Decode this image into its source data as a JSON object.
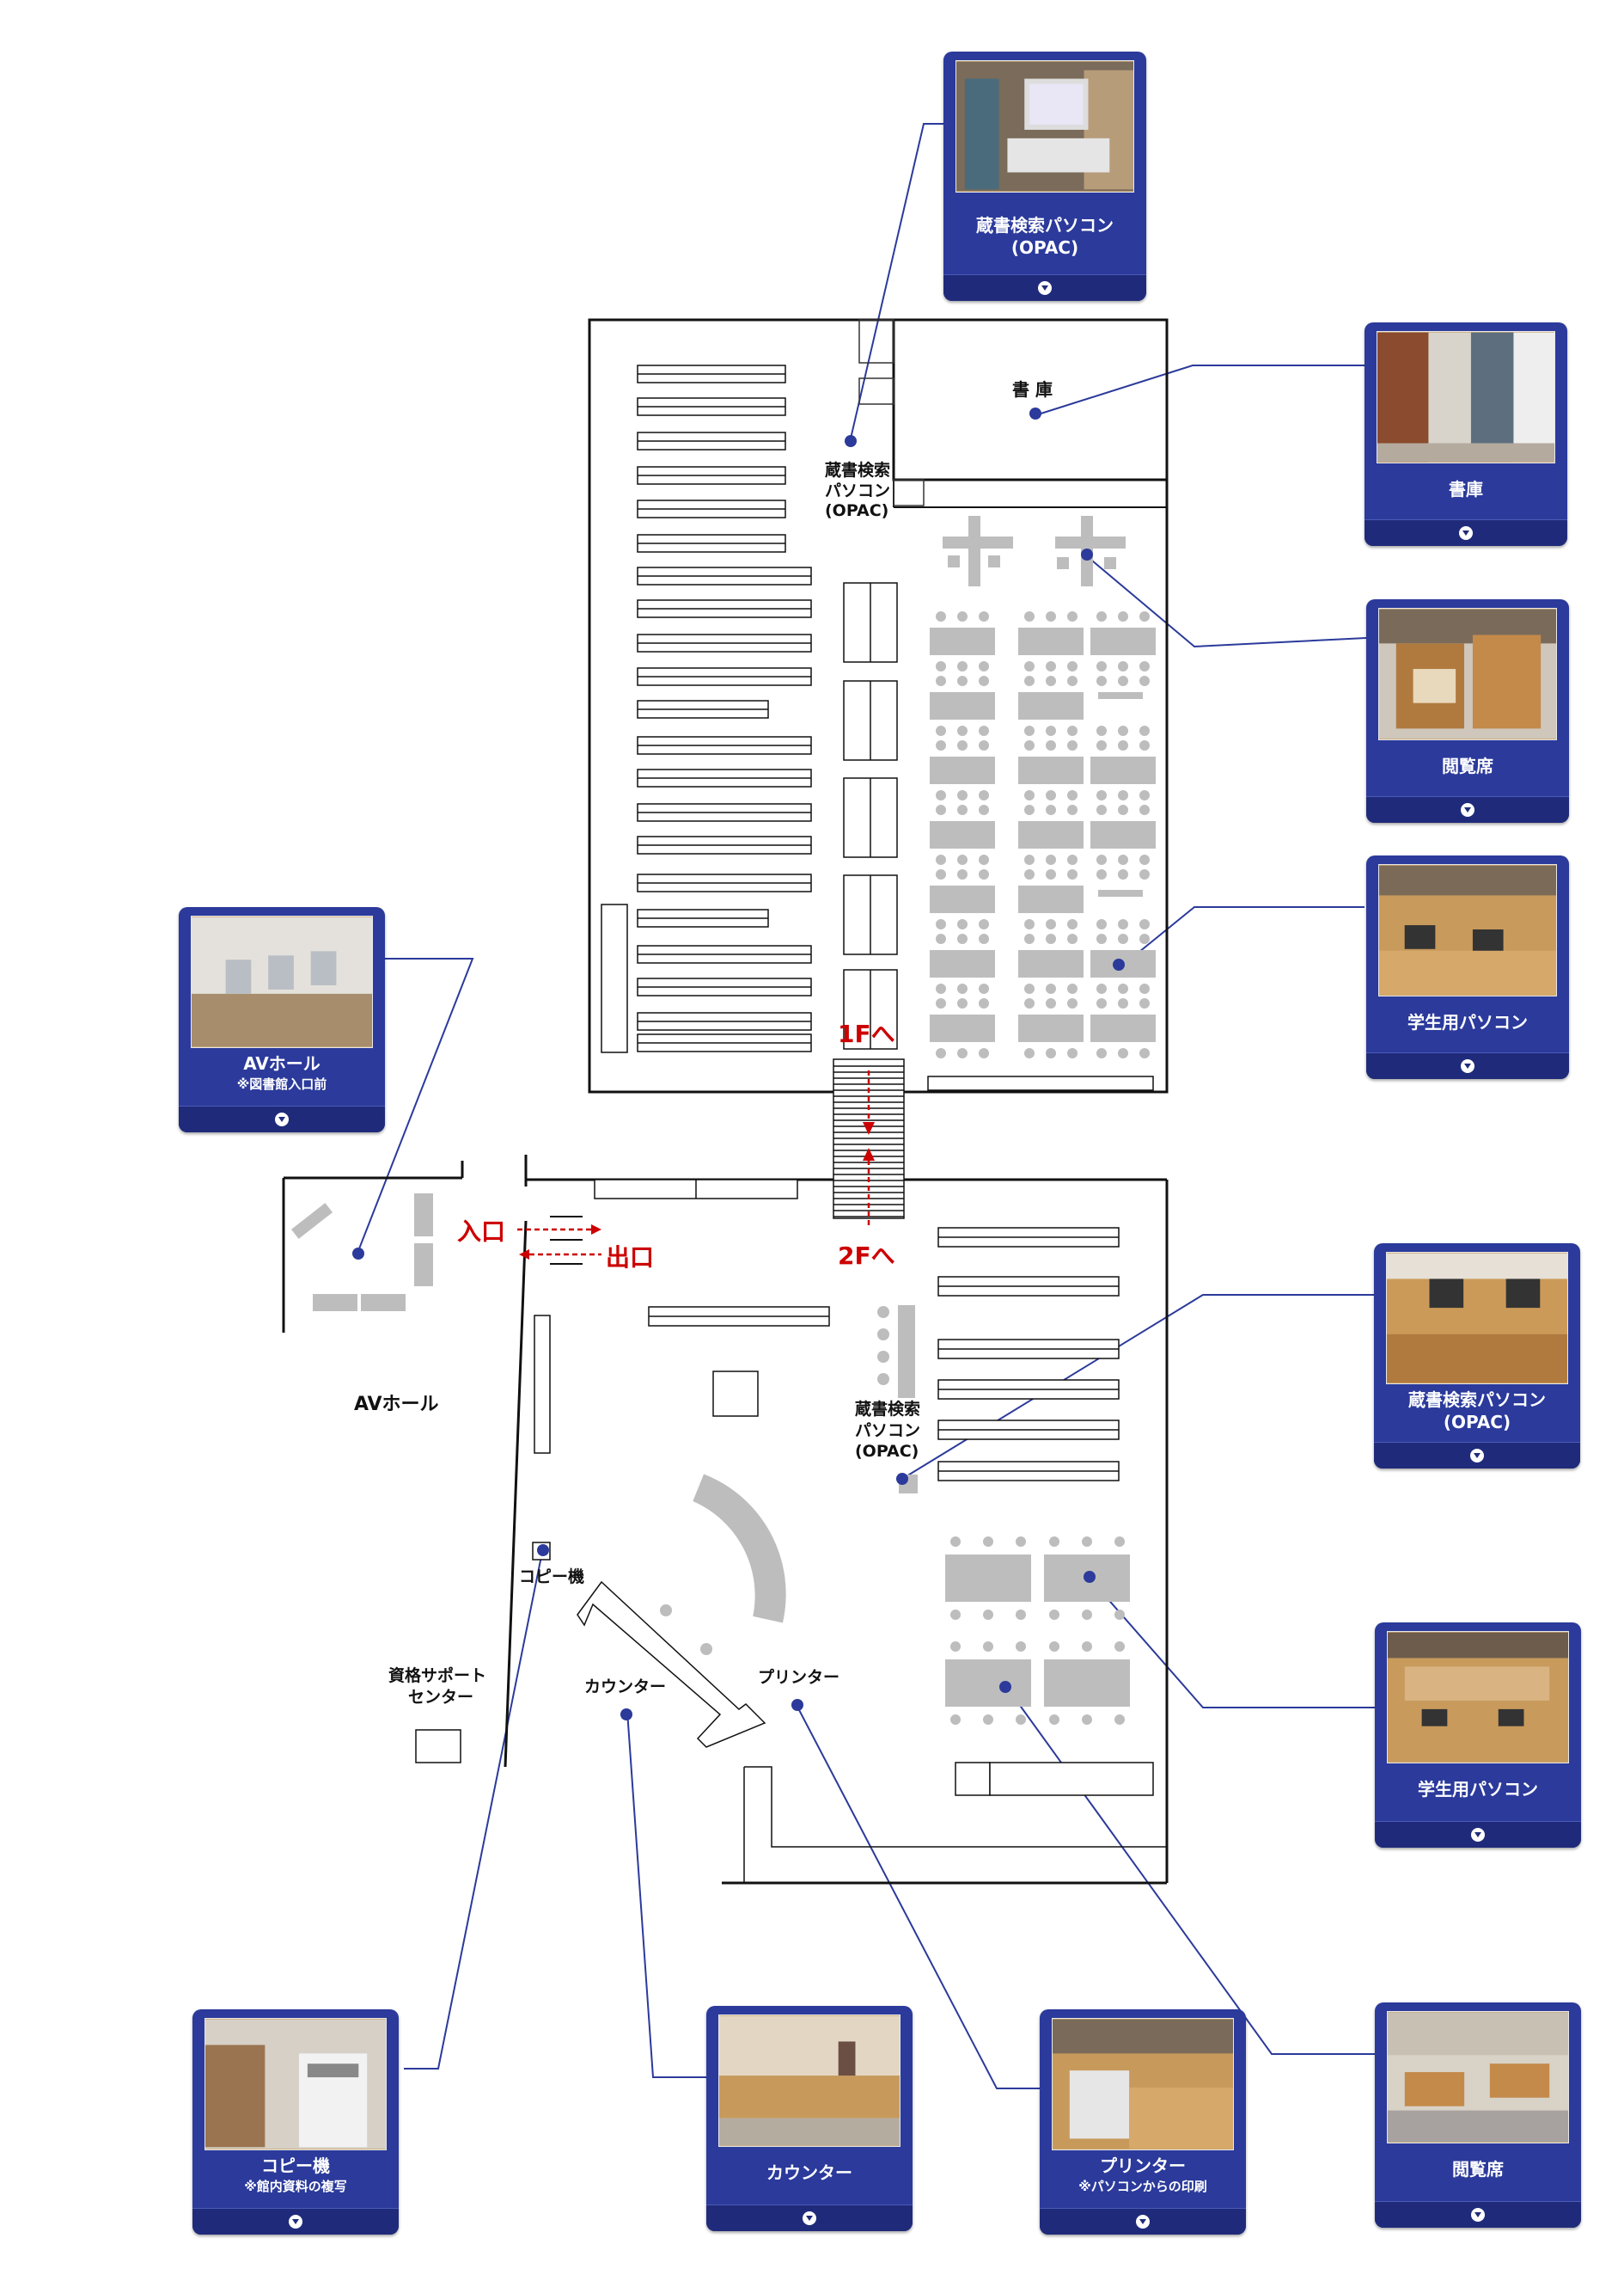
{
  "colors": {
    "card_bg": "#2b3a9b",
    "line": "#2b3a9b",
    "arrow_red": "#c00000",
    "furniture": "#bdbdbd"
  },
  "floor2": {
    "stack_room": "書 庫",
    "opac_1": "蔵書検索",
    "opac_2": "パソコン",
    "opac_3": "(OPAC)",
    "to_1f": "1Fへ"
  },
  "floor1": {
    "to_2f": "2Fへ",
    "entrance": "入口",
    "exit": "出口",
    "av_hall": "AVホール",
    "opac_1": "蔵書検索",
    "opac_2": "パソコン",
    "opac_3": "(OPAC)",
    "copier": "コピー機",
    "support_1": "資格サポート",
    "support_2": "センター",
    "counter": "カウンター",
    "printer": "プリンター"
  },
  "cards": {
    "opac2f": {
      "title": "蔵書検索パソコン",
      "sub": "(OPAC)"
    },
    "stack": {
      "title": "書庫"
    },
    "reading2f": {
      "title": "閲覧席"
    },
    "pc2f": {
      "title": "学生用パソコン"
    },
    "av": {
      "title": "AVホール",
      "sub": "※図書館入口前"
    },
    "opac1f": {
      "title": "蔵書検索パソコン",
      "sub": "(OPAC)"
    },
    "pc1f": {
      "title": "学生用パソコン"
    },
    "copy": {
      "title": "コピー機",
      "sub": "※館内資料の複写"
    },
    "counter": {
      "title": "カウンター"
    },
    "printer": {
      "title": "プリンター",
      "sub": "※パソコンからの印刷"
    },
    "reading1f": {
      "title": "閲覧席"
    }
  },
  "icons": [
    "expand-chevron-icon",
    "photo-thumbnail-icon",
    "location-marker-icon"
  ]
}
